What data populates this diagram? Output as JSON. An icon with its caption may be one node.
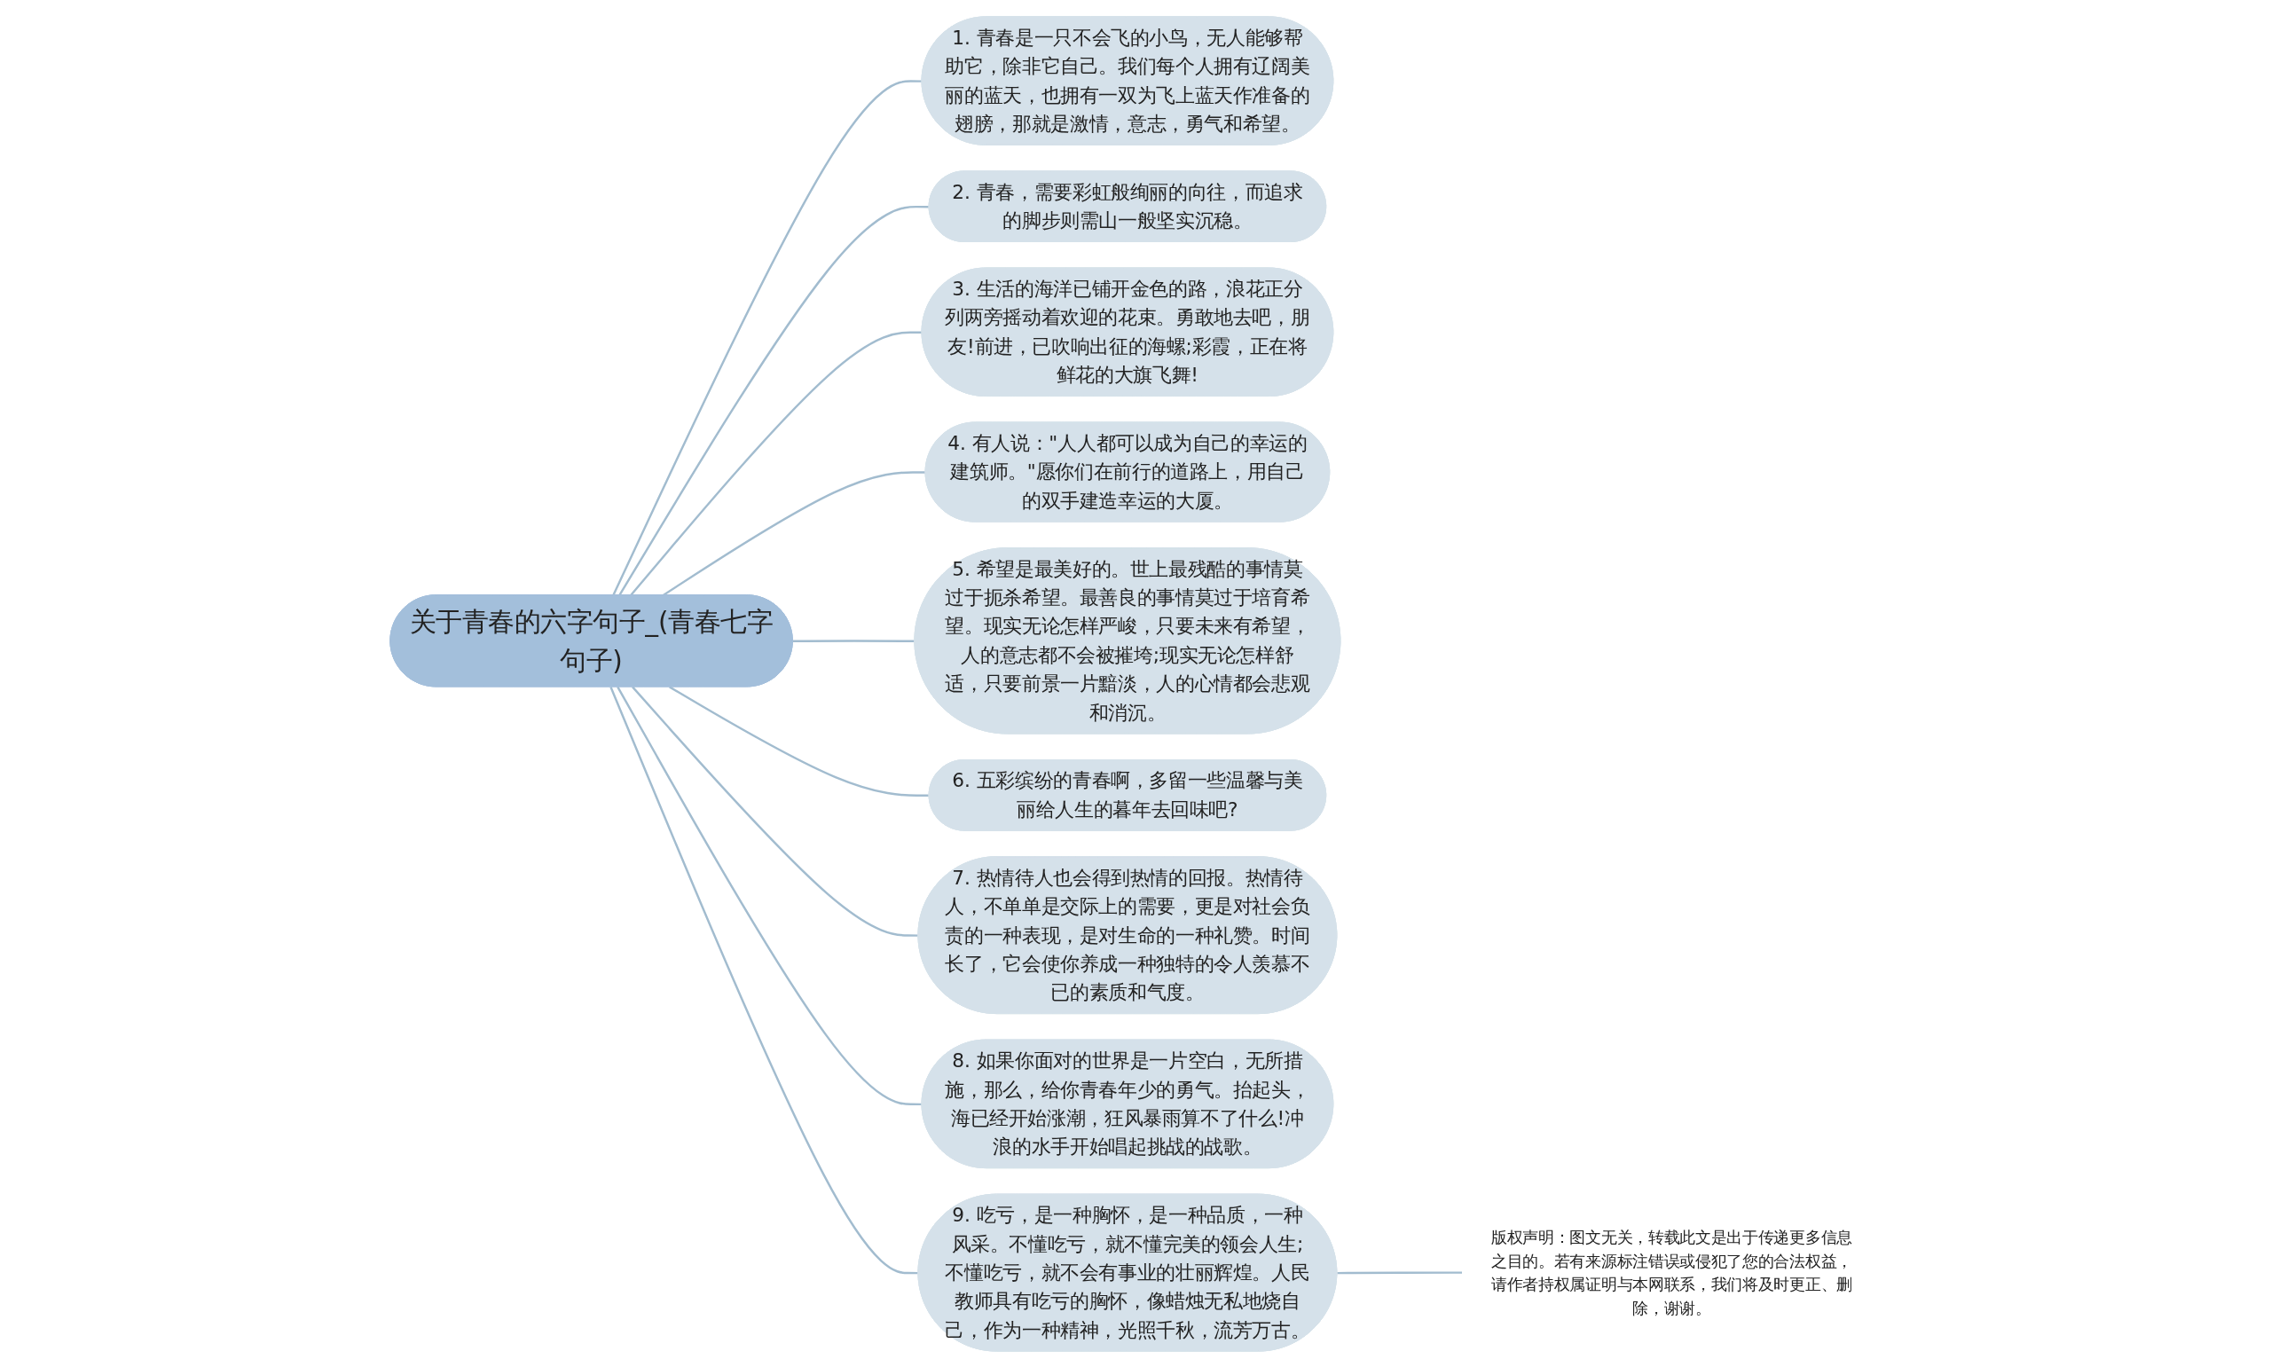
{
  "diagram": {
    "nodes": [
      {
        "text": [
          "关于青春的六字句子_(青春七字句子)"
        ]
      },
      {
        "text": [
          "1. 青春是一只不会飞的小鸟，无人能够帮助它，除非它自己。我们每个人拥有辽阔美丽的蓝天，也拥有一双为飞上蓝天作准备的翅膀，那就是激情，意志，勇气和希望。"
        ]
      },
      {
        "text": [
          "2. 青春，需要彩虹般绚丽的向往，而追求的脚步则需山一般坚实沉稳。"
        ]
      },
      {
        "text": [
          "3. 生活的海洋已铺开金色的路，浪花正分列两旁摇动着欢迎的花束。勇敢地去吧，朋友!前进，已吹响出征的海螺;彩霞，正在将鲜花的大旗飞舞!"
        ]
      },
      {
        "text": [
          "4. 有人说：\"人人都可以成为自己的幸运的建筑师。\"愿你们在前行的道路上，用自己的双手建造幸运的大厦。"
        ]
      },
      {
        "text": [
          "5. 希望是最美好的。世上最残酷的事情莫过于扼杀希望。最善良的事情莫过于培育希望。现实无论怎样严峻，只要未来有希望，人的意志都不会被摧垮;现实无论怎样舒适，只要前景一片黯淡，人的心情都会悲观和消沉。"
        ]
      },
      {
        "text": [
          "6. 五彩缤纷的青春啊，多留一些温馨与美丽给人生的暮年去回味吧?"
        ]
      },
      {
        "text": [
          "7. 热情待人也会得到热情的回报。热情待人，不单单是交际上的需要，更是对社会负责的一种表现，是对生命的一种礼赞。时间长了，它会使你养成一种独特的令人羡慕不已的素质和气度。"
        ]
      },
      {
        "text": [
          "8. 如果你面对的世界是一片空白，无所措施，那么，给你青春年少的勇气。抬起头，海已经开始涨潮，狂风暴雨算不了什么!冲浪的水手开始唱起挑战的战歌。"
        ]
      },
      {
        "text": [
          "9. 吃亏，是一种胸怀，是一种品质，一种风采。不懂吃亏，就不懂完美的领会人生;不懂吃亏，就不会有事业的壮丽辉煌。人民教师具有吃亏的胸怀，像蜡烛无私地烧自己，作为一种精神，光照千秋，流芳万古。"
        ]
      },
      {
        "text": [
          "版权声明：图文无关，转载此文是出于传递更多信息之目的。若有来源标注错误或侵犯了您的合法权益，请作者持权属证明与本网联系，我们将及时更正、删除，谢谢。"
        ]
      }
    ],
    "edges": [
      {
        "from": 0,
        "to": 1,
        "arrow": "none"
      },
      {
        "from": 0,
        "to": 2,
        "arrow": "none"
      },
      {
        "from": 0,
        "to": 3,
        "arrow": "none"
      },
      {
        "from": 0,
        "to": 4,
        "arrow": "none"
      },
      {
        "from": 0,
        "to": 5,
        "arrow": "none"
      },
      {
        "from": 0,
        "to": 6,
        "arrow": "none"
      },
      {
        "from": 0,
        "to": 7,
        "arrow": "none"
      },
      {
        "from": 0,
        "to": 8,
        "arrow": "none"
      },
      {
        "from": 0,
        "to": 9,
        "arrow": "none"
      },
      {
        "from": 9,
        "to": 10,
        "arrow": "none"
      }
    ]
  }
}
